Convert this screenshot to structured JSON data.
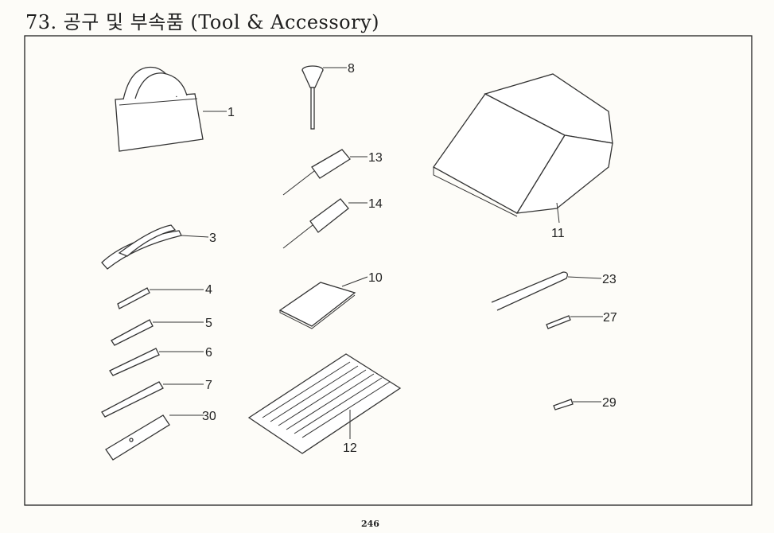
{
  "header": {
    "number": "73.",
    "title_korean": "공구 및 부속품",
    "title_english": "(Tool & Accessory)"
  },
  "parts": {
    "p1": "1",
    "p3": "3",
    "p4": "4",
    "p5": "5",
    "p6": "6",
    "p7": "7",
    "p8": "8",
    "p10": "10",
    "p11": "11",
    "p12": "12",
    "p13": "13",
    "p14": "14",
    "p23": "23",
    "p27": "27",
    "p29": "29",
    "p30": "30"
  },
  "footer": {
    "page_number": "246"
  }
}
